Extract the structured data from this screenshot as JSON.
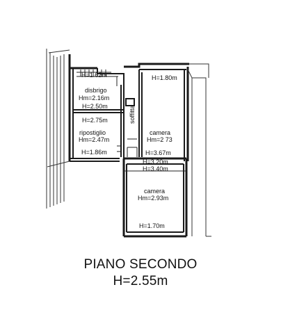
{
  "plan": {
    "rooms": [
      {
        "id": "disbrigo",
        "name": "disbrigo",
        "hm": "Hm=2.16m"
      },
      {
        "id": "soffitta",
        "name": "soffitta"
      },
      {
        "id": "ripostiglio",
        "name": "ripostiglio",
        "hm": "Hm=2.47m"
      },
      {
        "id": "camera-1",
        "name": "camera",
        "hm": "Hm=2 73"
      },
      {
        "id": "camera-2",
        "name": "camera",
        "hm": "Hm=2.93m"
      }
    ],
    "heights": {
      "disbrigo_top": "H=1.62m",
      "disbrigo_bottom": "H=2.50m",
      "camera1_top": "H=1.80m",
      "ripostiglio_top": "H=2.75m",
      "ripostiglio_bottom": "H=1.86m",
      "camera1_bottom": "H=3.67m",
      "divider_a": "H=3.20m",
      "divider_b": "H=3.40m",
      "camera2_bottom": "H=1.70m"
    }
  },
  "caption": {
    "title": "PIANO SECONDO",
    "height": "H=2.55m"
  }
}
